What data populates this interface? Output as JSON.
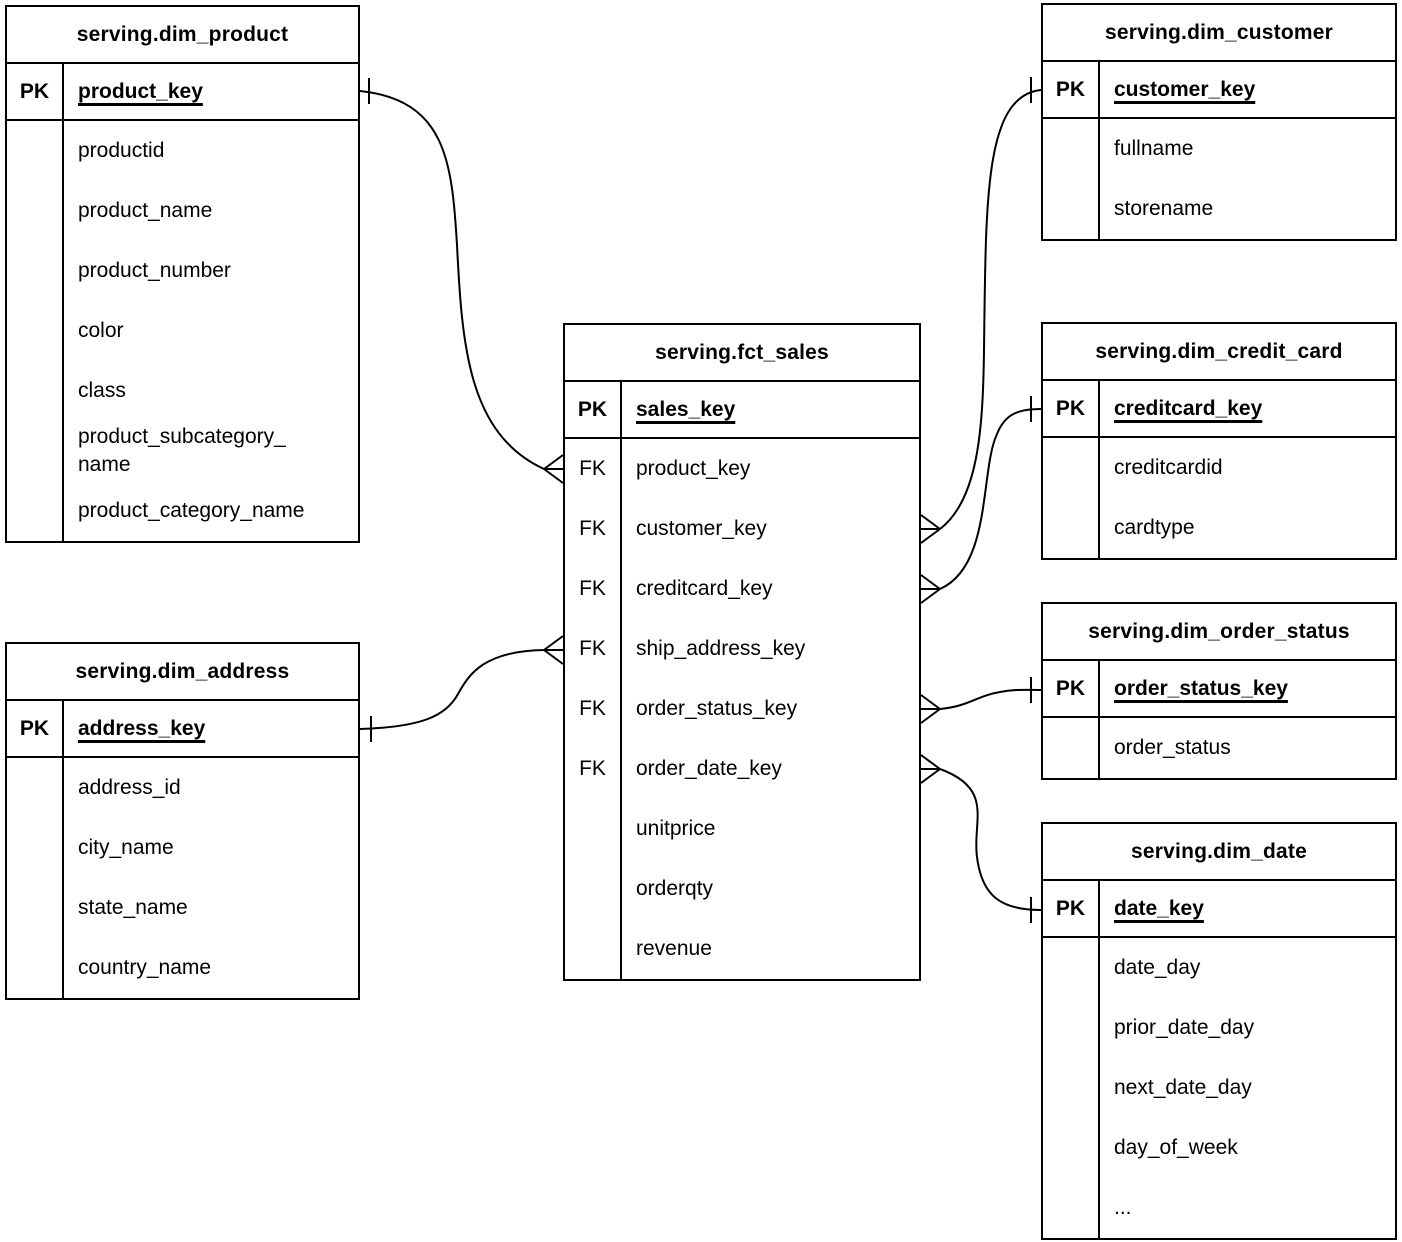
{
  "tables": {
    "dim_product": {
      "title": "serving.dim_product",
      "pk_badge": "PK",
      "pk_name": "product_key",
      "fields": [
        {
          "badge": "",
          "name": "productid"
        },
        {
          "badge": "",
          "name": "product_name"
        },
        {
          "badge": "",
          "name": "product_number"
        },
        {
          "badge": "",
          "name": "color"
        },
        {
          "badge": "",
          "name": "class"
        },
        {
          "badge": "",
          "name": "product_subcategory_\nname"
        },
        {
          "badge": "",
          "name": "product_category_name"
        }
      ]
    },
    "dim_customer": {
      "title": "serving.dim_customer",
      "pk_badge": "PK",
      "pk_name": "customer_key",
      "fields": [
        {
          "badge": "",
          "name": "fullname"
        },
        {
          "badge": "",
          "name": "storename"
        }
      ]
    },
    "fct_sales": {
      "title": "serving.fct_sales",
      "pk_badge": "PK",
      "pk_name": "sales_key",
      "fields": [
        {
          "badge": "FK",
          "name": "product_key"
        },
        {
          "badge": "FK",
          "name": "customer_key"
        },
        {
          "badge": "FK",
          "name": "creditcard_key"
        },
        {
          "badge": "FK",
          "name": "ship_address_key"
        },
        {
          "badge": "FK",
          "name": "order_status_key"
        },
        {
          "badge": "FK",
          "name": "order_date_key"
        },
        {
          "badge": "",
          "name": "unitprice"
        },
        {
          "badge": "",
          "name": "orderqty"
        },
        {
          "badge": "",
          "name": "revenue"
        }
      ]
    },
    "dim_credit_card": {
      "title": "serving.dim_credit_card",
      "pk_badge": "PK",
      "pk_name": "creditcard_key",
      "fields": [
        {
          "badge": "",
          "name": "creditcardid"
        },
        {
          "badge": "",
          "name": "cardtype"
        }
      ]
    },
    "dim_order_status": {
      "title": "serving.dim_order_status",
      "pk_badge": "PK",
      "pk_name": "order_status_key",
      "fields": [
        {
          "badge": "",
          "name": "order_status"
        }
      ]
    },
    "dim_date": {
      "title": "serving.dim_date",
      "pk_badge": "PK",
      "pk_name": "date_key",
      "fields": [
        {
          "badge": "",
          "name": "date_day"
        },
        {
          "badge": "",
          "name": "prior_date_day"
        },
        {
          "badge": "",
          "name": "next_date_day"
        },
        {
          "badge": "",
          "name": "day_of_week"
        },
        {
          "badge": "",
          "name": "..."
        }
      ]
    },
    "dim_address": {
      "title": "serving.dim_address",
      "pk_badge": "PK",
      "pk_name": "address_key",
      "fields": [
        {
          "badge": "",
          "name": "address_id"
        },
        {
          "badge": "",
          "name": "city_name"
        },
        {
          "badge": "",
          "name": "state_name"
        },
        {
          "badge": "",
          "name": "country_name"
        }
      ]
    }
  },
  "relationships": [
    {
      "many_table": "serving.fct_sales",
      "many_field": "product_key",
      "one_table": "serving.dim_product",
      "one_field": "product_key",
      "cardinality": "many-to-one"
    },
    {
      "many_table": "serving.fct_sales",
      "many_field": "customer_key",
      "one_table": "serving.dim_customer",
      "one_field": "customer_key",
      "cardinality": "many-to-one"
    },
    {
      "many_table": "serving.fct_sales",
      "many_field": "creditcard_key",
      "one_table": "serving.dim_credit_card",
      "one_field": "creditcard_key",
      "cardinality": "many-to-one"
    },
    {
      "many_table": "serving.fct_sales",
      "many_field": "ship_address_key",
      "one_table": "serving.dim_address",
      "one_field": "address_key",
      "cardinality": "many-to-one"
    },
    {
      "many_table": "serving.fct_sales",
      "many_field": "order_status_key",
      "one_table": "serving.dim_order_status",
      "one_field": "order_status_key",
      "cardinality": "many-to-one"
    },
    {
      "many_table": "serving.fct_sales",
      "many_field": "order_date_key",
      "one_table": "serving.dim_date",
      "one_field": "date_key",
      "cardinality": "many-to-one"
    }
  ],
  "colors": {
    "line": "#000000",
    "background": "#ffffff",
    "text": "#000000"
  }
}
